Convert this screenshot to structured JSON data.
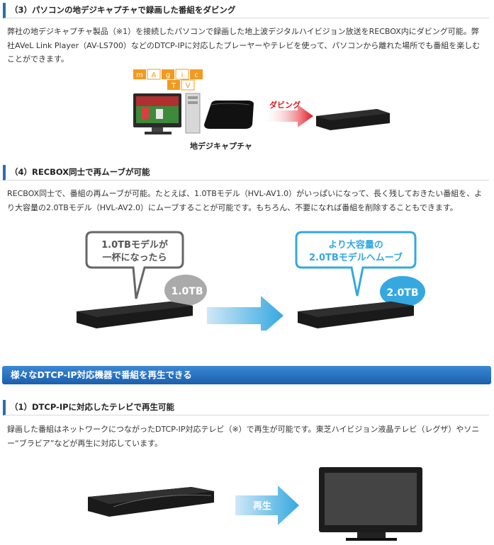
{
  "section3": {
    "heading": "（3）パソコンの地デジキャプチャで録画した番組をダビング",
    "text": "弊社の地デジキャプチャ製品（※1）を接続したパソコンで録画した地上波デジタルハイビジョン放送をRECBOX内にダビング可能。弊社AVeL Link Player（AV-LS700）などのDTCP-IPに対応したプレーヤーやテレビを使って、パソコンから離れた場所でも番組を楽しむことができます。",
    "magic_letters": [
      "m",
      "A",
      "g",
      "i",
      "c"
    ],
    "magic_letters2": [
      "T",
      "V"
    ],
    "arrow_label": "ダビング",
    "capture_label": "地デジキャプチャ"
  },
  "section4": {
    "heading": "（4）RECBOX同士で再ムーブが可能",
    "text": "RECBOX同士で、番組の再ムーブが可能。たとえば、1.0TBモデル（HVL-AV1.0）がいっぱいになって、長く残しておきたい番組を、より大容量の2.0TBモデル（HVL-AV2.0）にムーブすることが可能です。もちろん、不要になれば番組を削除することもできます。",
    "bubble_left_line1": "1.0TBモデルが",
    "bubble_left_line2": "一杯になったら",
    "badge_left": "1.0TB",
    "bubble_right_line1": "より大容量の",
    "bubble_right_line2": "2.0TBモデルへムーブ",
    "badge_right": "2.0TB"
  },
  "band": {
    "title": "様々なDTCP-IP対応機器で番組を再生できる"
  },
  "section1": {
    "heading": "（1）DTCP-IPに対応したテレビで再生可能",
    "text": "録画した番組はネットワークにつながったDTCP-IP対応テレビ（※）で再生が可能です。東芝ハイビジョン液晶テレビ（レグザ）やソニー“ブラビア”などが再生に対応しています。",
    "arrow_label": "再生"
  },
  "colors": {
    "accent": "#2a6db5",
    "band_top": "#3a88d4",
    "bubble_blue": "#35a8e0",
    "dub_red": "#e0141e",
    "magic_orange": "#f29a1f"
  }
}
